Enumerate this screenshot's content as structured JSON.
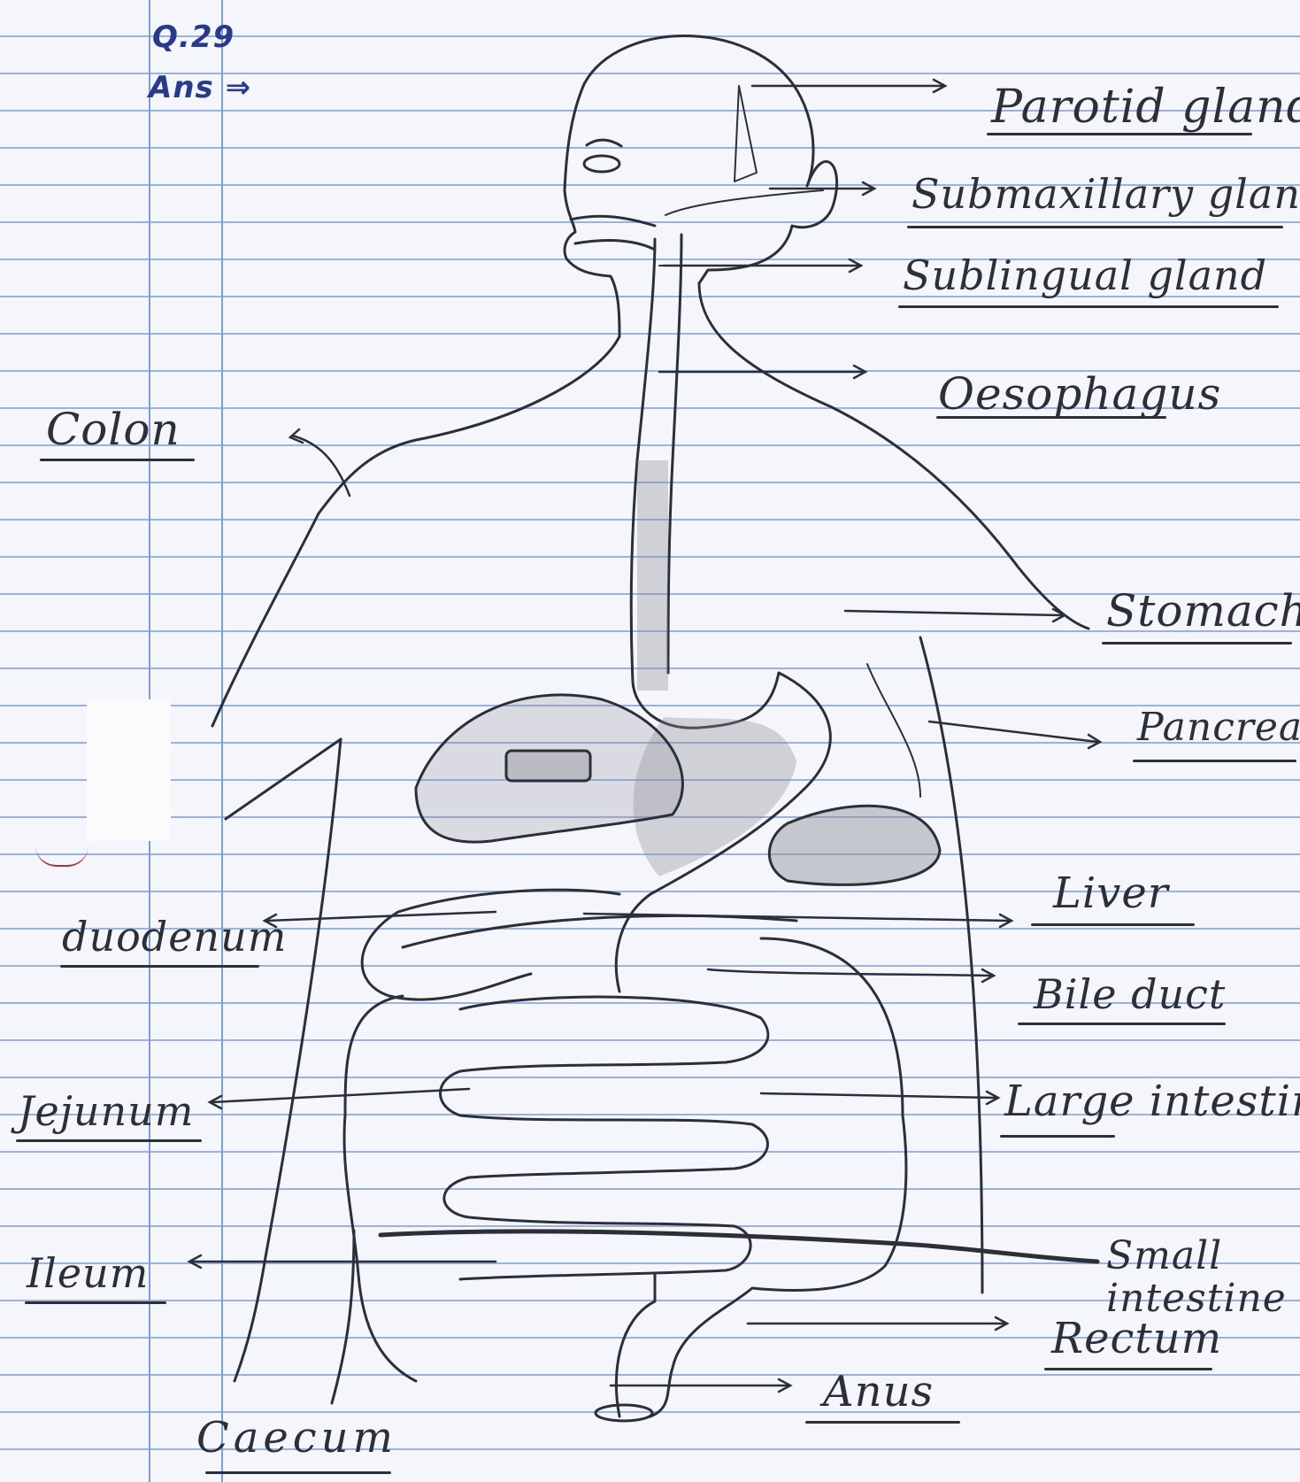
{
  "header": {
    "question": "Q.29",
    "answer": "Ans ⇒"
  },
  "labels": {
    "parotid_gland": "Parotid gland",
    "submaxillary_gland": "Submaxillary gland",
    "sublingual_gland": "Sublingual gland",
    "oesophagus": "Oesophagus",
    "colon": "Colon",
    "stomach": "Stomach",
    "pancreas": "Pancreas",
    "liver": "Liver",
    "duodenum": "duodenum",
    "bile_duct": "Bile duct",
    "jejunum": "Jejunum",
    "large_intestine": "Large intestine",
    "small_intestine": "Small intestine",
    "ileum": "Ileum",
    "rectum": "Rectum",
    "anus": "Anus",
    "caecum": "Caecum"
  },
  "colors": {
    "paper": "#f4f6fb",
    "rule_line": "#9ab3dc",
    "margin_line": "#7a9fd6",
    "pencil": "#2b2f3a",
    "shading": "#8a8d96",
    "header_ink": "#2a3a8a"
  }
}
